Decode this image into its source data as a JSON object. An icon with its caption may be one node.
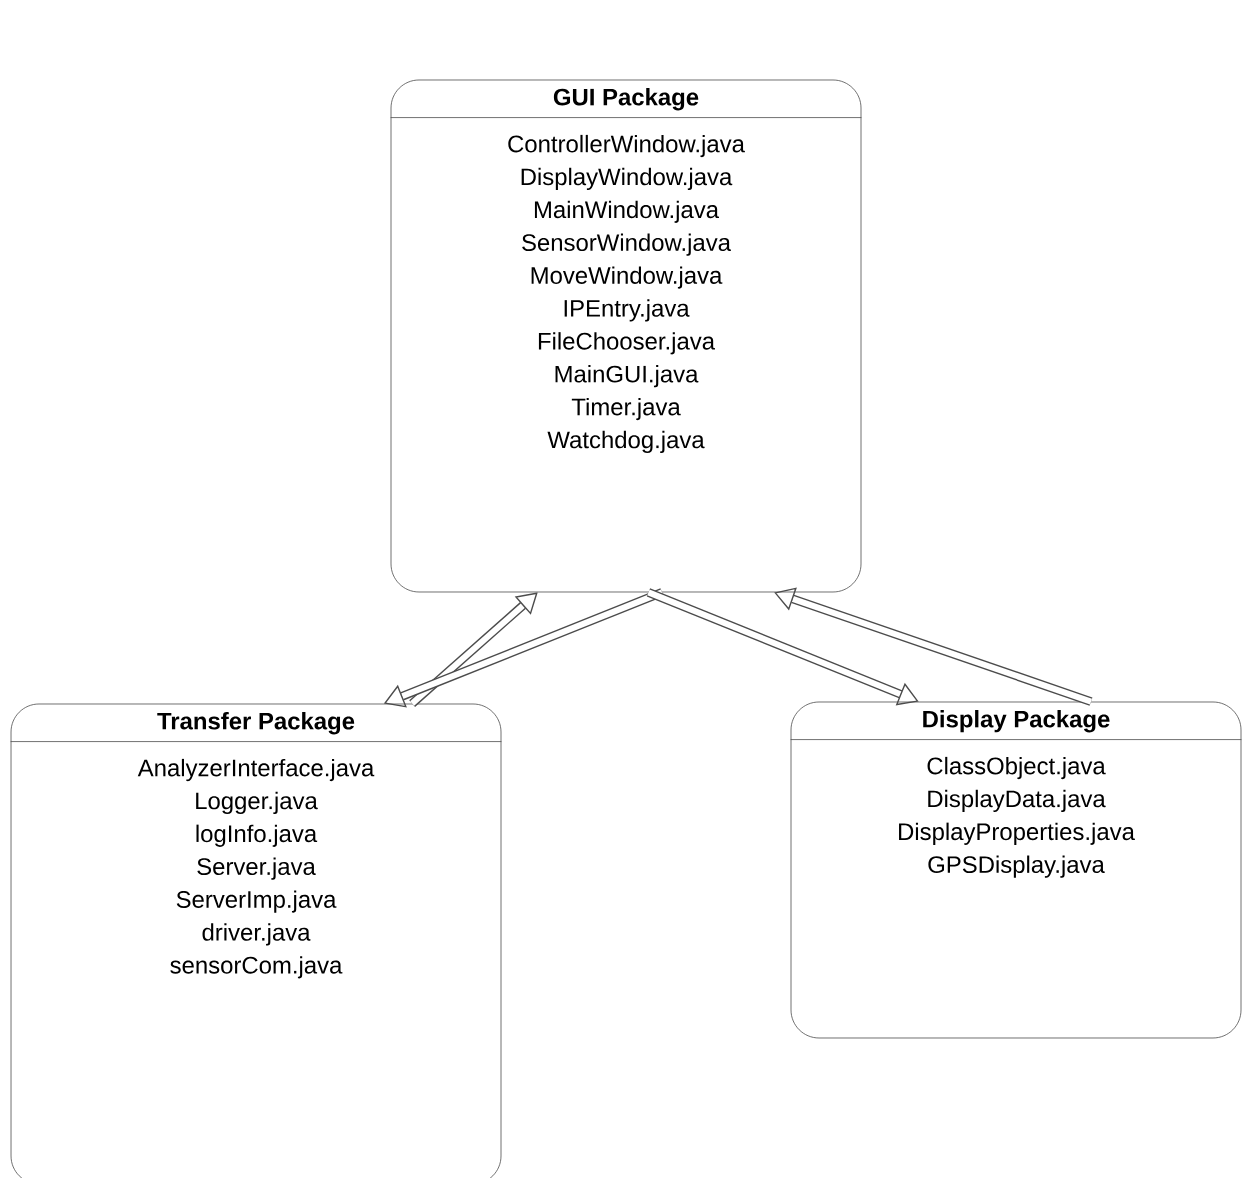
{
  "diagram": {
    "nodes": [
      {
        "text": [
          "GUI Package",
          "ControllerWindow.java",
          "DisplayWindow.java",
          "MainWindow.java",
          "SensorWindow.java",
          "MoveWindow.java",
          "IPEntry.java",
          "FileChooser.java",
          "MainGUI.java",
          "Timer.java",
          "Watchdog.java"
        ]
      },
      {
        "text": [
          "Transfer Package",
          "AnalyzerInterface.java",
          "Logger.java",
          "logInfo.java",
          "Server.java",
          "ServerImp.java",
          "driver.java",
          "sensorCom.java"
        ]
      },
      {
        "text": [
          "Display Package",
          "ClassObject.java",
          "DisplayData.java",
          "DisplayProperties.java",
          "GPSDisplay.java"
        ]
      }
    ],
    "edges": [
      {
        "from": 1,
        "to": 0,
        "arrow": "to"
      },
      {
        "from": 0,
        "to": 1,
        "arrow": "to"
      },
      {
        "from": 0,
        "to": 2,
        "arrow": "to"
      },
      {
        "from": 2,
        "to": 0,
        "arrow": "to"
      }
    ]
  }
}
